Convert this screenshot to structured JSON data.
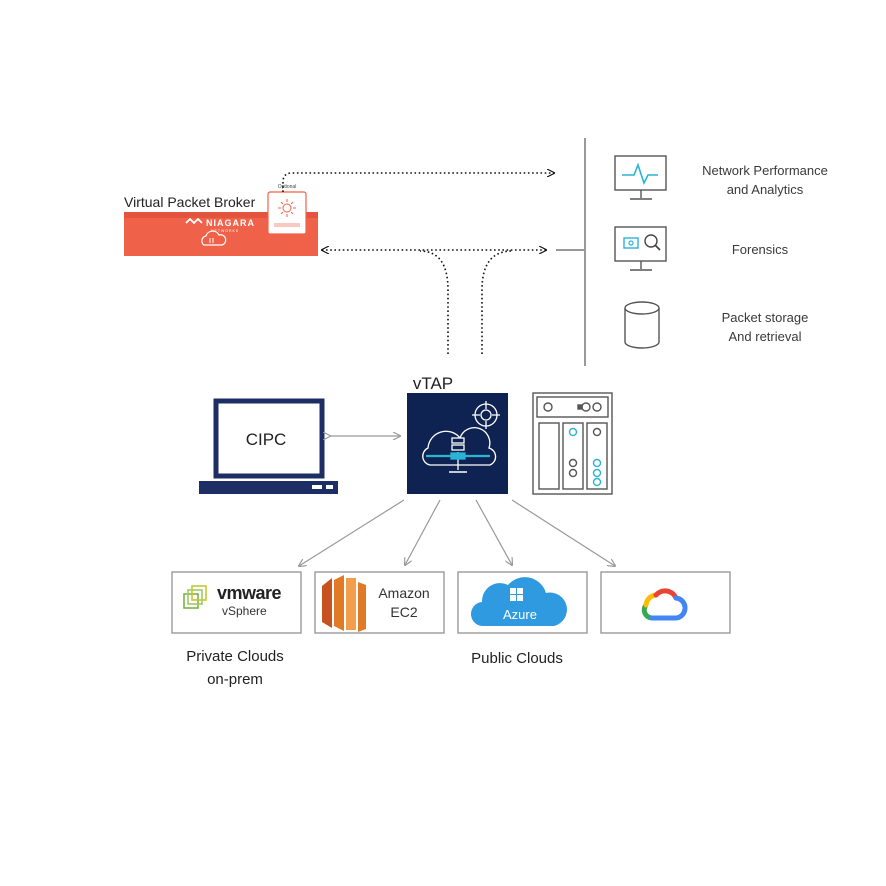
{
  "broker": {
    "title": "Virtual Packet Broker",
    "logo_text": "NIAGARA",
    "logo_subtext": "NETWORKS",
    "optional_label": "Optional"
  },
  "tools": {
    "items": [
      {
        "line1": "Network Performance",
        "line2": "and Analytics",
        "icon": "monitor-pulse-icon"
      },
      {
        "line1": "Forensics",
        "line2": "",
        "icon": "monitor-search-icon"
      },
      {
        "line1": "Packet storage",
        "line2": "And retrieval",
        "icon": "cylinder-storage-icon"
      }
    ]
  },
  "vtap": {
    "label": "vTAP",
    "icon": "cloud-server-tap-icon"
  },
  "cipc": {
    "label": "CIPC"
  },
  "server_rack": {
    "icon": "server-rack-icon"
  },
  "clouds": {
    "vmware": {
      "brand": "vmware",
      "product": "vSphere"
    },
    "amazon": {
      "line1": "Amazon",
      "line2": "EC2"
    },
    "azure": {
      "label": "Azure"
    },
    "google": {
      "icon": "google-cloud-icon"
    }
  },
  "groups": {
    "private_line1": "Private Clouds",
    "private_line2": "on-prem",
    "public": "Public Clouds"
  },
  "colors": {
    "broker_red": "#f0614a",
    "vtap_navy": "#0f2352",
    "cipc_navy": "#1c2e63",
    "accent_teal": "#2bb3d6",
    "aws_orange": "#e07a27",
    "azure_blue": "#2f9ae0",
    "vmware_green": "#7cb342"
  }
}
